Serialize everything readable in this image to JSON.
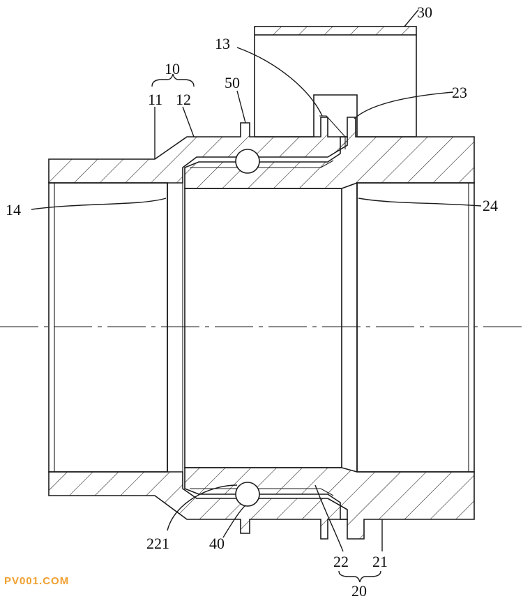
{
  "labels": {
    "l10": "10",
    "l11": "11",
    "l12": "12",
    "l13": "13",
    "l14": "14",
    "l20": "20",
    "l21": "21",
    "l22": "22",
    "l221": "221",
    "l23": "23",
    "l24": "24",
    "l30": "30",
    "l40": "40",
    "l50": "50"
  },
  "watermark": "PV001.COM"
}
